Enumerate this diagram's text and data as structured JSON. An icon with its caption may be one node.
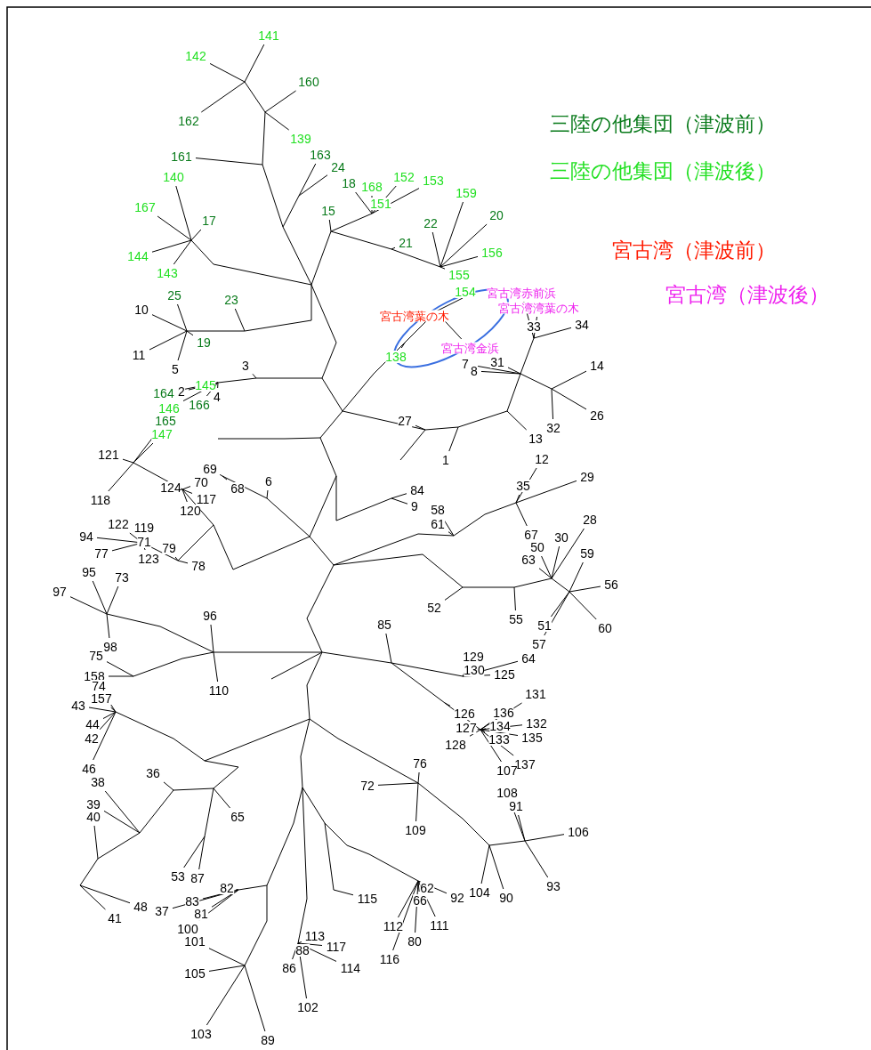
{
  "diagram": {
    "labels": [
      "141",
      "160",
      "142",
      "162",
      "139",
      "163",
      "161",
      "24",
      "140",
      "18",
      "168",
      "152",
      "153",
      "159",
      "15",
      "151",
      "167",
      "17",
      "22",
      "20",
      "21",
      "156",
      "144",
      "143",
      "155",
      "25",
      "23",
      "154",
      "宮古湾赤前浜",
      "10",
      "宮古湾葉の木",
      "宮古湾湾葉の木",
      "33",
      "34",
      "19",
      "宮古湾金浜",
      "11",
      "138",
      "7",
      "8",
      "31",
      "5",
      "3",
      "14",
      "145",
      "164",
      "2",
      "4",
      "166",
      "146",
      "165",
      "26",
      "27",
      "32",
      "147",
      "13",
      "121",
      "1",
      "12",
      "69",
      "70",
      "6",
      "35",
      "29",
      "68",
      "124",
      "84",
      "118",
      "117",
      "120",
      "9",
      "58",
      "28",
      "61",
      "122",
      "119",
      "67",
      "71",
      "94",
      "50",
      "30",
      "79",
      "123",
      "59",
      "77",
      "63",
      "78",
      "95",
      "73",
      "56",
      "97",
      "52",
      "55",
      "96",
      "51",
      "85",
      "60",
      "98",
      "57",
      "75",
      "129",
      "64",
      "130",
      "125",
      "158",
      "74",
      "110",
      "131",
      "157",
      "43",
      "126",
      "127",
      "136",
      "134",
      "132",
      "44",
      "133",
      "135",
      "128",
      "42",
      "137",
      "76",
      "107",
      "36",
      "46",
      "38",
      "72",
      "108",
      "91",
      "39",
      "40",
      "109",
      "106",
      "65",
      "53",
      "87",
      "93",
      "62",
      "66",
      "82",
      "92",
      "104",
      "90",
      "115",
      "83",
      "81",
      "48",
      "37",
      "41",
      "111",
      "112",
      "100",
      "101",
      "80",
      "88",
      "113",
      "117",
      "86",
      "114",
      "116",
      "105",
      "102",
      "103",
      "89"
    ],
    "legend": [
      {
        "text": "三陸の他集団（津波前）",
        "color": "#087a1a"
      },
      {
        "text": "三陸の他集団（津波後）",
        "color": "#22e022"
      },
      {
        "text": "宮古湾（津波前）",
        "color": "#ff1a00"
      },
      {
        "text": "宮古湾（津波後）",
        "color": "#ee22ee"
      }
    ]
  }
}
